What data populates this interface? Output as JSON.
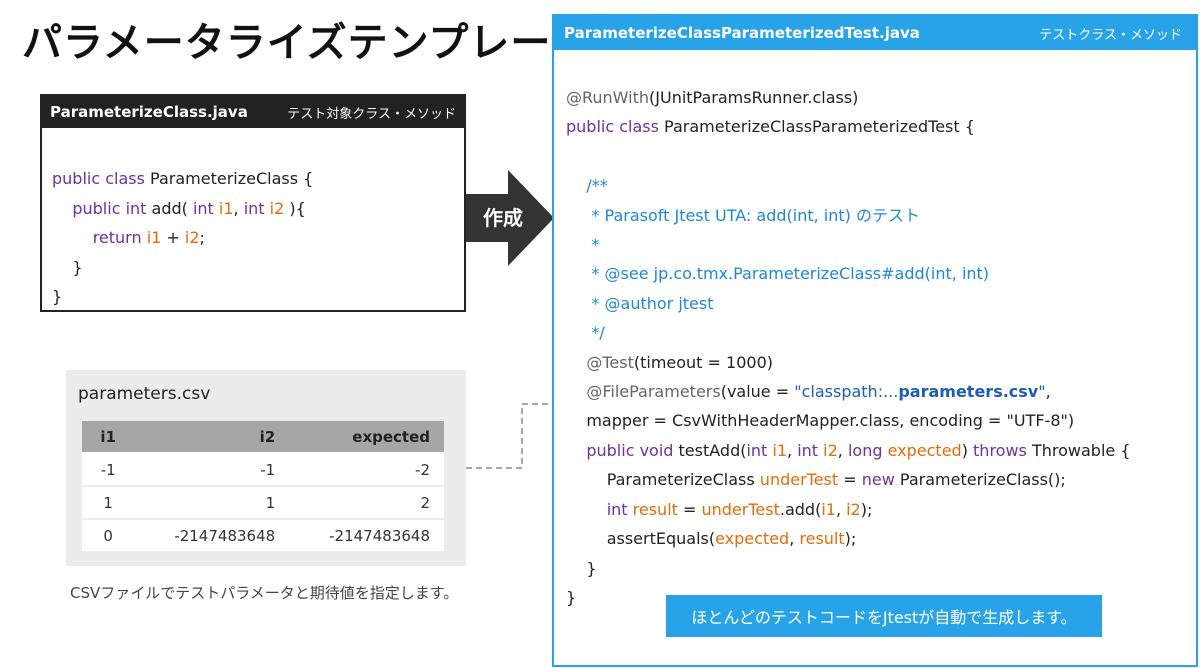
{
  "title": "パラメータライズテンプレート",
  "source": {
    "filename": "ParameterizeClass.java",
    "subtitle": "テスト対象クラス・メソッド",
    "lines": [
      {
        "segs": [
          {
            "t": "public class ",
            "c": "kw"
          },
          {
            "t": "ParameterizeClass {",
            "c": ""
          }
        ]
      },
      {
        "segs": [
          {
            "t": "    public int ",
            "c": "kw"
          },
          {
            "t": "add( ",
            "c": ""
          },
          {
            "t": "int ",
            "c": "kw"
          },
          {
            "t": "i1",
            "c": "var"
          },
          {
            "t": ", ",
            "c": ""
          },
          {
            "t": "int ",
            "c": "kw"
          },
          {
            "t": "i2",
            "c": "var"
          },
          {
            "t": " ){",
            "c": ""
          }
        ]
      },
      {
        "segs": [
          {
            "t": "        return ",
            "c": "kw"
          },
          {
            "t": "i1",
            "c": "var"
          },
          {
            "t": " + ",
            "c": ""
          },
          {
            "t": "i2",
            "c": "var"
          },
          {
            "t": ";",
            "c": ""
          }
        ]
      },
      {
        "segs": [
          {
            "t": "    }",
            "c": ""
          }
        ]
      },
      {
        "segs": [
          {
            "t": "}",
            "c": ""
          }
        ]
      }
    ]
  },
  "arrow_label": "作成",
  "csv": {
    "title": "parameters.csv",
    "headers": [
      "i1",
      "i2",
      "expected"
    ],
    "rows": [
      [
        "-1",
        "-1",
        "-2"
      ],
      [
        "1",
        "1",
        "2"
      ],
      [
        "0",
        "-2147483648",
        "-2147483648"
      ]
    ],
    "caption": "CSVファイルでテストパラメータと期待値を指定します。"
  },
  "test": {
    "filename": "ParameterizeClassParameterizedTest.java",
    "subtitle": "テストクラス・メソッド",
    "lines": [
      {
        "segs": [
          {
            "t": "@RunWith",
            "c": "ann"
          },
          {
            "t": "(JUnitParamsRunner.class)",
            "c": ""
          }
        ]
      },
      {
        "segs": [
          {
            "t": "public class ",
            "c": "kw"
          },
          {
            "t": "ParameterizeClassParameterizedTest {",
            "c": ""
          }
        ]
      },
      {
        "segs": [
          {
            "t": "",
            "c": ""
          }
        ]
      },
      {
        "segs": [
          {
            "t": "    /**",
            "c": "cm"
          }
        ]
      },
      {
        "segs": [
          {
            "t": "     * Parasoft Jtest UTA: add(int, int) のテスト",
            "c": "cm"
          }
        ]
      },
      {
        "segs": [
          {
            "t": "     *",
            "c": "cm"
          }
        ]
      },
      {
        "segs": [
          {
            "t": "     * @see jp.co.tmx.ParameterizeClass#add(int, int)",
            "c": "cm"
          }
        ]
      },
      {
        "segs": [
          {
            "t": "     * @author jtest",
            "c": "cm"
          }
        ]
      },
      {
        "segs": [
          {
            "t": "     */",
            "c": "cm"
          }
        ]
      },
      {
        "segs": [
          {
            "t": "    @Test",
            "c": "ann"
          },
          {
            "t": "(timeout = 1000)",
            "c": ""
          }
        ]
      },
      {
        "segs": [
          {
            "t": "    @FileParameters",
            "c": "ann"
          },
          {
            "t": "(value = ",
            "c": ""
          },
          {
            "t": "\"classpath:...",
            "c": "str"
          },
          {
            "t": "parameters.csv",
            "c": "strb"
          },
          {
            "t": "\"",
            "c": "str"
          },
          {
            "t": ",",
            "c": ""
          }
        ]
      },
      {
        "segs": [
          {
            "t": "    mapper = CsvWithHeaderMapper.class, encoding = \"UTF-8\")",
            "c": ""
          }
        ]
      },
      {
        "segs": [
          {
            "t": "    public void ",
            "c": "kw"
          },
          {
            "t": "testAdd(",
            "c": ""
          },
          {
            "t": "int ",
            "c": "kw"
          },
          {
            "t": "i1",
            "c": "var"
          },
          {
            "t": ", ",
            "c": ""
          },
          {
            "t": "int ",
            "c": "kw"
          },
          {
            "t": "i2",
            "c": "var"
          },
          {
            "t": ", ",
            "c": ""
          },
          {
            "t": "long ",
            "c": "kw"
          },
          {
            "t": "expected",
            "c": "var"
          },
          {
            "t": ") ",
            "c": ""
          },
          {
            "t": "throws ",
            "c": "kw"
          },
          {
            "t": "Throwable {",
            "c": ""
          }
        ]
      },
      {
        "segs": [
          {
            "t": "        ParameterizeClass ",
            "c": ""
          },
          {
            "t": "underTest",
            "c": "var"
          },
          {
            "t": " = ",
            "c": ""
          },
          {
            "t": "new ",
            "c": "kw"
          },
          {
            "t": "ParameterizeClass();",
            "c": ""
          }
        ]
      },
      {
        "segs": [
          {
            "t": "        int ",
            "c": "kw"
          },
          {
            "t": "result",
            "c": "var"
          },
          {
            "t": " = ",
            "c": ""
          },
          {
            "t": "underTest",
            "c": "var"
          },
          {
            "t": ".add(",
            "c": ""
          },
          {
            "t": "i1",
            "c": "var"
          },
          {
            "t": ", ",
            "c": ""
          },
          {
            "t": "i2",
            "c": "var"
          },
          {
            "t": ");",
            "c": ""
          }
        ]
      },
      {
        "segs": [
          {
            "t": "        assertEquals(",
            "c": ""
          },
          {
            "t": "expected",
            "c": "var"
          },
          {
            "t": ", ",
            "c": ""
          },
          {
            "t": "result",
            "c": "var"
          },
          {
            "t": ");",
            "c": ""
          }
        ]
      },
      {
        "segs": [
          {
            "t": "    }",
            "c": ""
          }
        ]
      },
      {
        "segs": [
          {
            "t": "}",
            "c": ""
          }
        ]
      }
    ],
    "note": "ほとんどのテストコードをJtestが自動で生成します。"
  },
  "colors": {
    "accent_blue": "#29a3e8",
    "header_dark": "#222222",
    "keyword_purple": "#7030a0",
    "variable_orange": "#e36c09",
    "comment_blue": "#1e88d8",
    "arrow_dark": "#333333",
    "table_header_gray": "#a6a6a6"
  }
}
